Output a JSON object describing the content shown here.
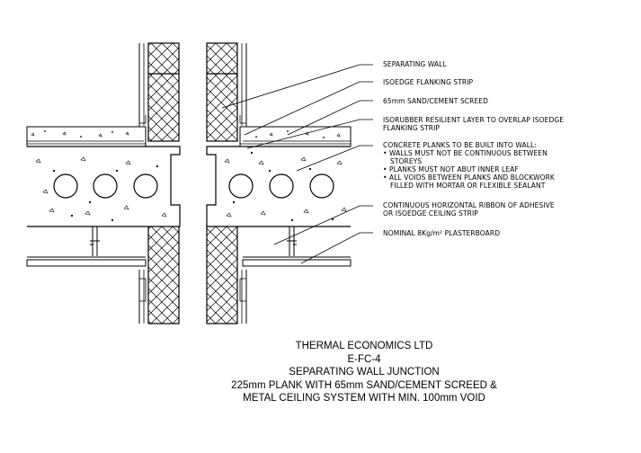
{
  "labels": {
    "separating_wall": "SEPARATING WALL",
    "flanking_strip": "ISOEDGE FLANKING STRIP",
    "screed": "65mm SAND/CEMENT SCREED",
    "resilient_1": "ISORUBBER RESILIENT LAYER TO OVERLAP ISOEDGE",
    "resilient_2": "FLANKING STRIP",
    "planks_1": "CONCRETE PLANKS TO BE BUILT INTO WALL:",
    "planks_2": "• WALLS MUST NOT BE CONTINUOUS BETWEEN",
    "planks_3": "STOREYS",
    "planks_4": "• PLANKS MUST NOT ABUT INNER LEAF",
    "planks_5": "• ALL VOIDS BETWEEN PLANKS AND BLOCKWORK",
    "planks_6": "FILLED WITH MORTAR OR FLEXIBLE SEALANT",
    "ribbon_1": "CONTINUOUS HORIZONTAL RIBBON OF ADHESIVE",
    "ribbon_2": "OR ISOEDGE CEILING STRIP",
    "plasterboard": "NOMINAL 8Kg/m² PLASTERBOARD"
  },
  "title_block": {
    "company": "THERMAL ECONOMICS LTD",
    "code": "E-FC-4",
    "title": "SEPARATING WALL JUNCTION",
    "line1": "225mm PLANK WITH 65mm SAND/CEMENT SCREED &",
    "line2": "METAL CEILING SYSTEM WITH MIN. 100mm VOID"
  }
}
